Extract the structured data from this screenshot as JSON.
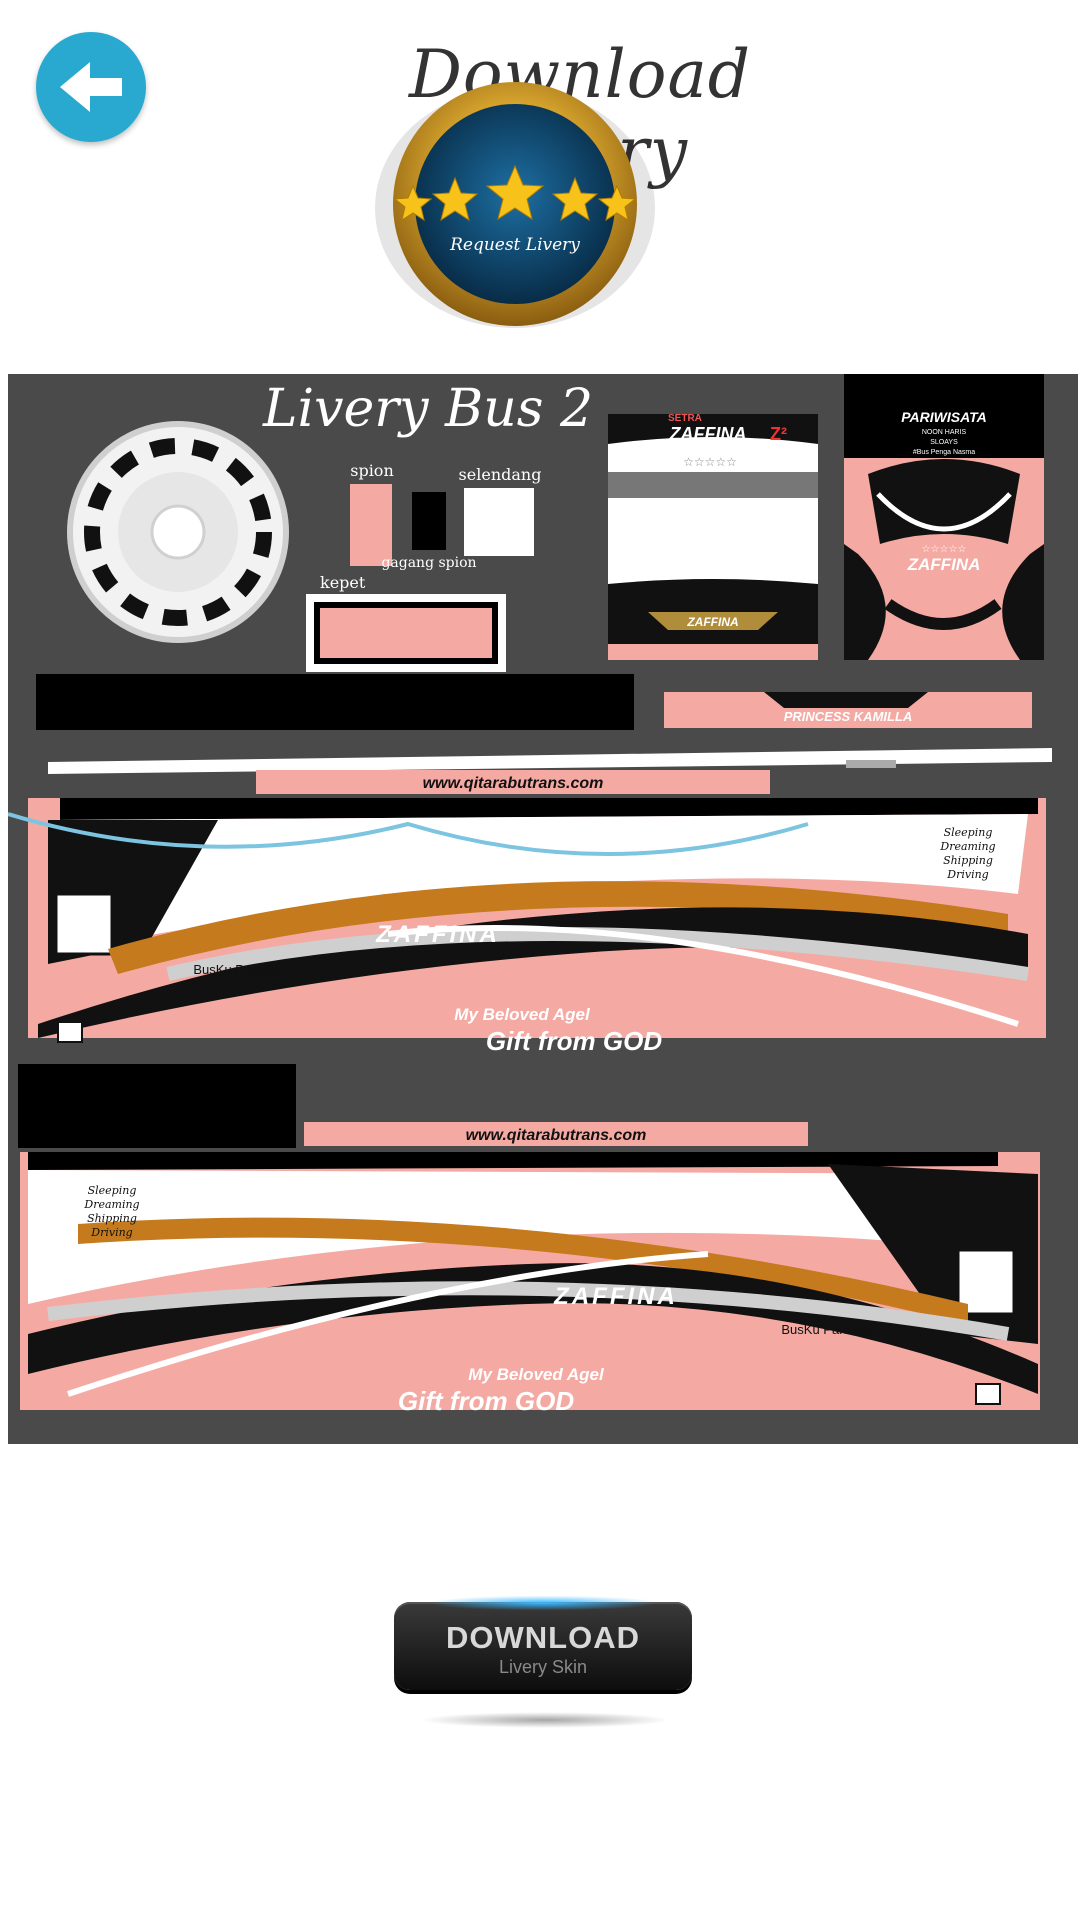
{
  "header": {
    "title": "Download Livery"
  },
  "request_badge": {
    "label": "Request Livery",
    "stars": 5
  },
  "livery": {
    "title": "Livery Bus 2",
    "labels": {
      "spion": "spion",
      "selendang": "selendang",
      "gagang_spion": "gagang spion",
      "kepet": "kepet"
    },
    "front": {
      "brand_top": "SETRA",
      "brand": "ZAFFINA",
      "brand_suffix": "Z²",
      "stars": "☆☆☆☆☆",
      "bottom_text": "ZAFFINA"
    },
    "rear": {
      "heading": "PARIWISATA",
      "line1": "NOON HARIS",
      "line2": "SLOAYS",
      "line3": "#Bus Penga Nasma",
      "stars": "☆☆☆☆☆",
      "brand": "ZAFFINA"
    },
    "strip_name": "PRINCESS KAMILLA",
    "website": "www.qitarabutrans.com",
    "side": {
      "brand": "ZAFFINA",
      "tagline": "My Beloved Agel",
      "slogan": "Gift from GOD",
      "small_label": "BusKu Paradise",
      "script_lines": [
        "Sleeping",
        "Dreaming",
        "Shipping",
        "Driving"
      ]
    }
  },
  "download_button": {
    "label": "DOWNLOAD",
    "sublabel": "Livery Skin"
  },
  "colors": {
    "accent_blue": "#29a9cf",
    "livery_pink": "#f4aaa3",
    "livery_bg": "#4a4a4a"
  }
}
